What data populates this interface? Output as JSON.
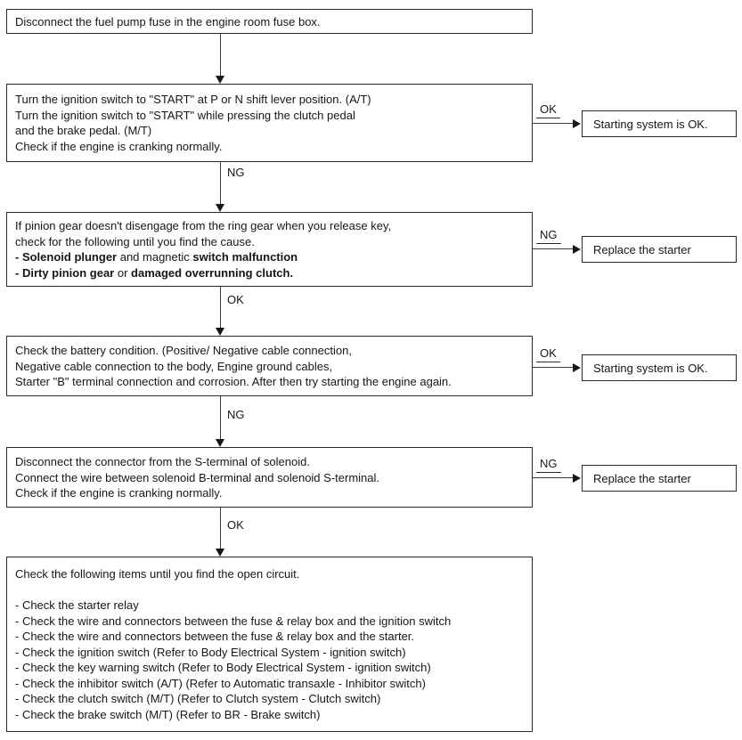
{
  "colors": {
    "ink": "#161616",
    "background": "#ffffff"
  },
  "labels": {
    "ok": "OK",
    "ng": "NG"
  },
  "steps": {
    "s1": {
      "lines": [
        "Disconnect the fuel pump fuse in the engine room fuse box."
      ]
    },
    "s2": {
      "lines": [
        "Turn the ignition switch to \"START\" at P or N shift lever position. (A/T)",
        "Turn the ignition switch to \"START\" while pressing the clutch pedal",
        "and the brake pedal. (M/T)",
        "Check if the engine is cranking normally."
      ]
    },
    "s3": {
      "lines": [
        "If pinion gear doesn't disengage from the ring gear when you release key,",
        "check for the following until you find the cause."
      ],
      "b1": {
        "bold1": "- Solenoid plunger",
        "mid": " and magnetic ",
        "bold2": "switch malfunction"
      },
      "b2": {
        "bold1": "- Dirty pinion gear",
        "mid": " or ",
        "bold2": "damaged overrunning clutch."
      }
    },
    "s4": {
      "lines": [
        "Check the battery condition. (Positive/ Negative cable connection,",
        "Negative cable connection to the body, Engine ground cables,",
        "Starter \"B\" terminal connection and corrosion. After then try starting the engine again."
      ]
    },
    "s5": {
      "lines": [
        "Disconnect the connector from the S-terminal of solenoid.",
        "Connect the wire between solenoid B-terminal and solenoid S-terminal.",
        "Check if the engine is cranking normally."
      ]
    },
    "s6": {
      "intro": "Check the following items until you find the open circuit.",
      "items": [
        "- Check the starter relay",
        "- Check the wire and connectors between the fuse & relay box and the ignition switch",
        "- Check the wire and connectors between the fuse & relay box and the starter.",
        "- Check the ignition switch (Refer to Body Electrical System - ignition switch)",
        "- Check the key warning switch (Refer to Body Electrical System - ignition switch)",
        "- Check the inhibitor switch (A/T) (Refer to Automatic transaxle - Inhibitor switch)",
        "- Check the clutch switch (M/T) (Refer to Clutch system - Clutch switch)",
        "- Check the brake switch (M/T) (Refer to BR - Brake switch)"
      ]
    }
  },
  "results": {
    "ok1": "Starting system is OK.",
    "ng1": "Replace the starter",
    "ok2": "Starting system is OK.",
    "ng2": "Replace the starter"
  }
}
